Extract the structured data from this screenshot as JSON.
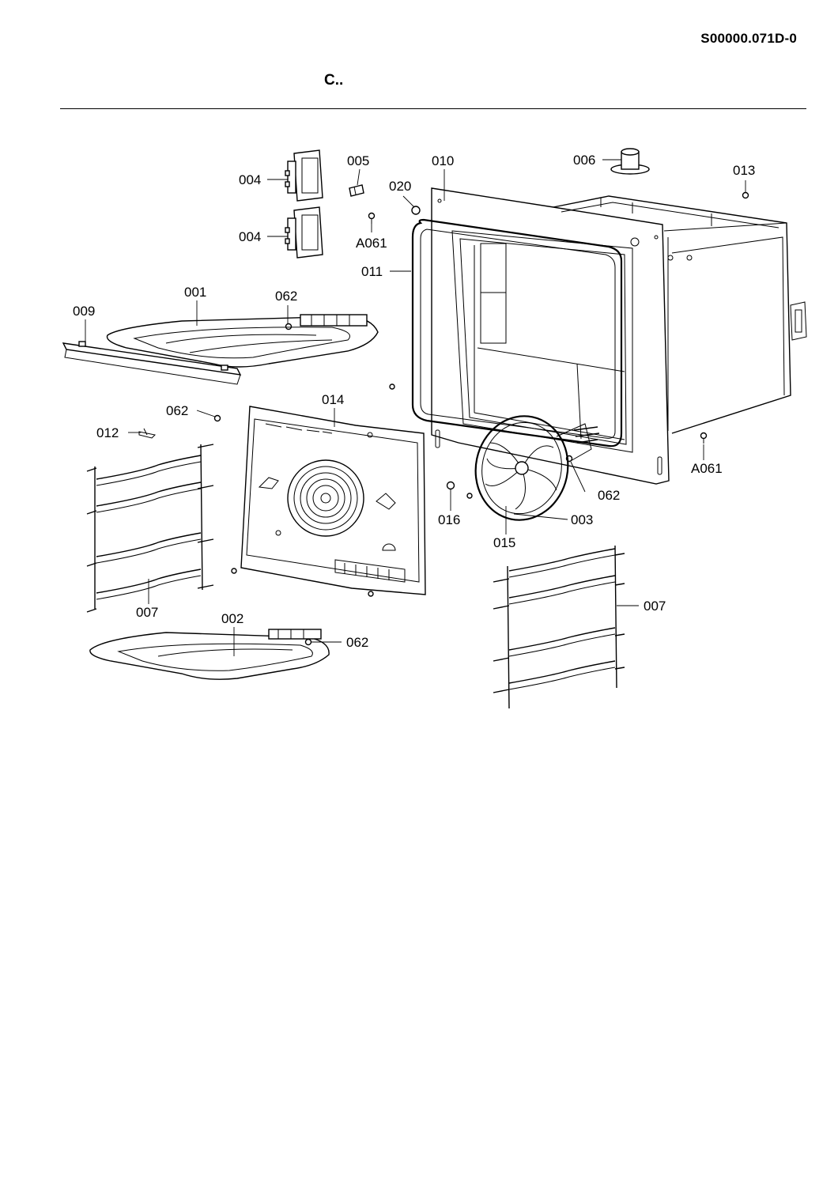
{
  "header": {
    "doc_code": "S00000.071D-0",
    "section_title": "C.."
  },
  "parts": [
    {
      "id": "p004a",
      "label": "004"
    },
    {
      "id": "p004b",
      "label": "004"
    },
    {
      "id": "p005",
      "label": "005"
    },
    {
      "id": "p020",
      "label": "020"
    },
    {
      "id": "pA061a",
      "label": "A061"
    },
    {
      "id": "p010",
      "label": "010"
    },
    {
      "id": "p006",
      "label": "006"
    },
    {
      "id": "p013",
      "label": "013"
    },
    {
      "id": "p011",
      "label": "011"
    },
    {
      "id": "p001",
      "label": "001"
    },
    {
      "id": "p062a",
      "label": "062"
    },
    {
      "id": "p009",
      "label": "009"
    },
    {
      "id": "p014",
      "label": "014"
    },
    {
      "id": "p062b",
      "label": "062"
    },
    {
      "id": "p012",
      "label": "012"
    },
    {
      "id": "pA061b",
      "label": "A061"
    },
    {
      "id": "p062c",
      "label": "062"
    },
    {
      "id": "p016",
      "label": "016"
    },
    {
      "id": "p003",
      "label": "003"
    },
    {
      "id": "p015",
      "label": "015"
    },
    {
      "id": "p007a",
      "label": "007"
    },
    {
      "id": "p002",
      "label": "002"
    },
    {
      "id": "p062d",
      "label": "062"
    },
    {
      "id": "p007b",
      "label": "007"
    }
  ]
}
